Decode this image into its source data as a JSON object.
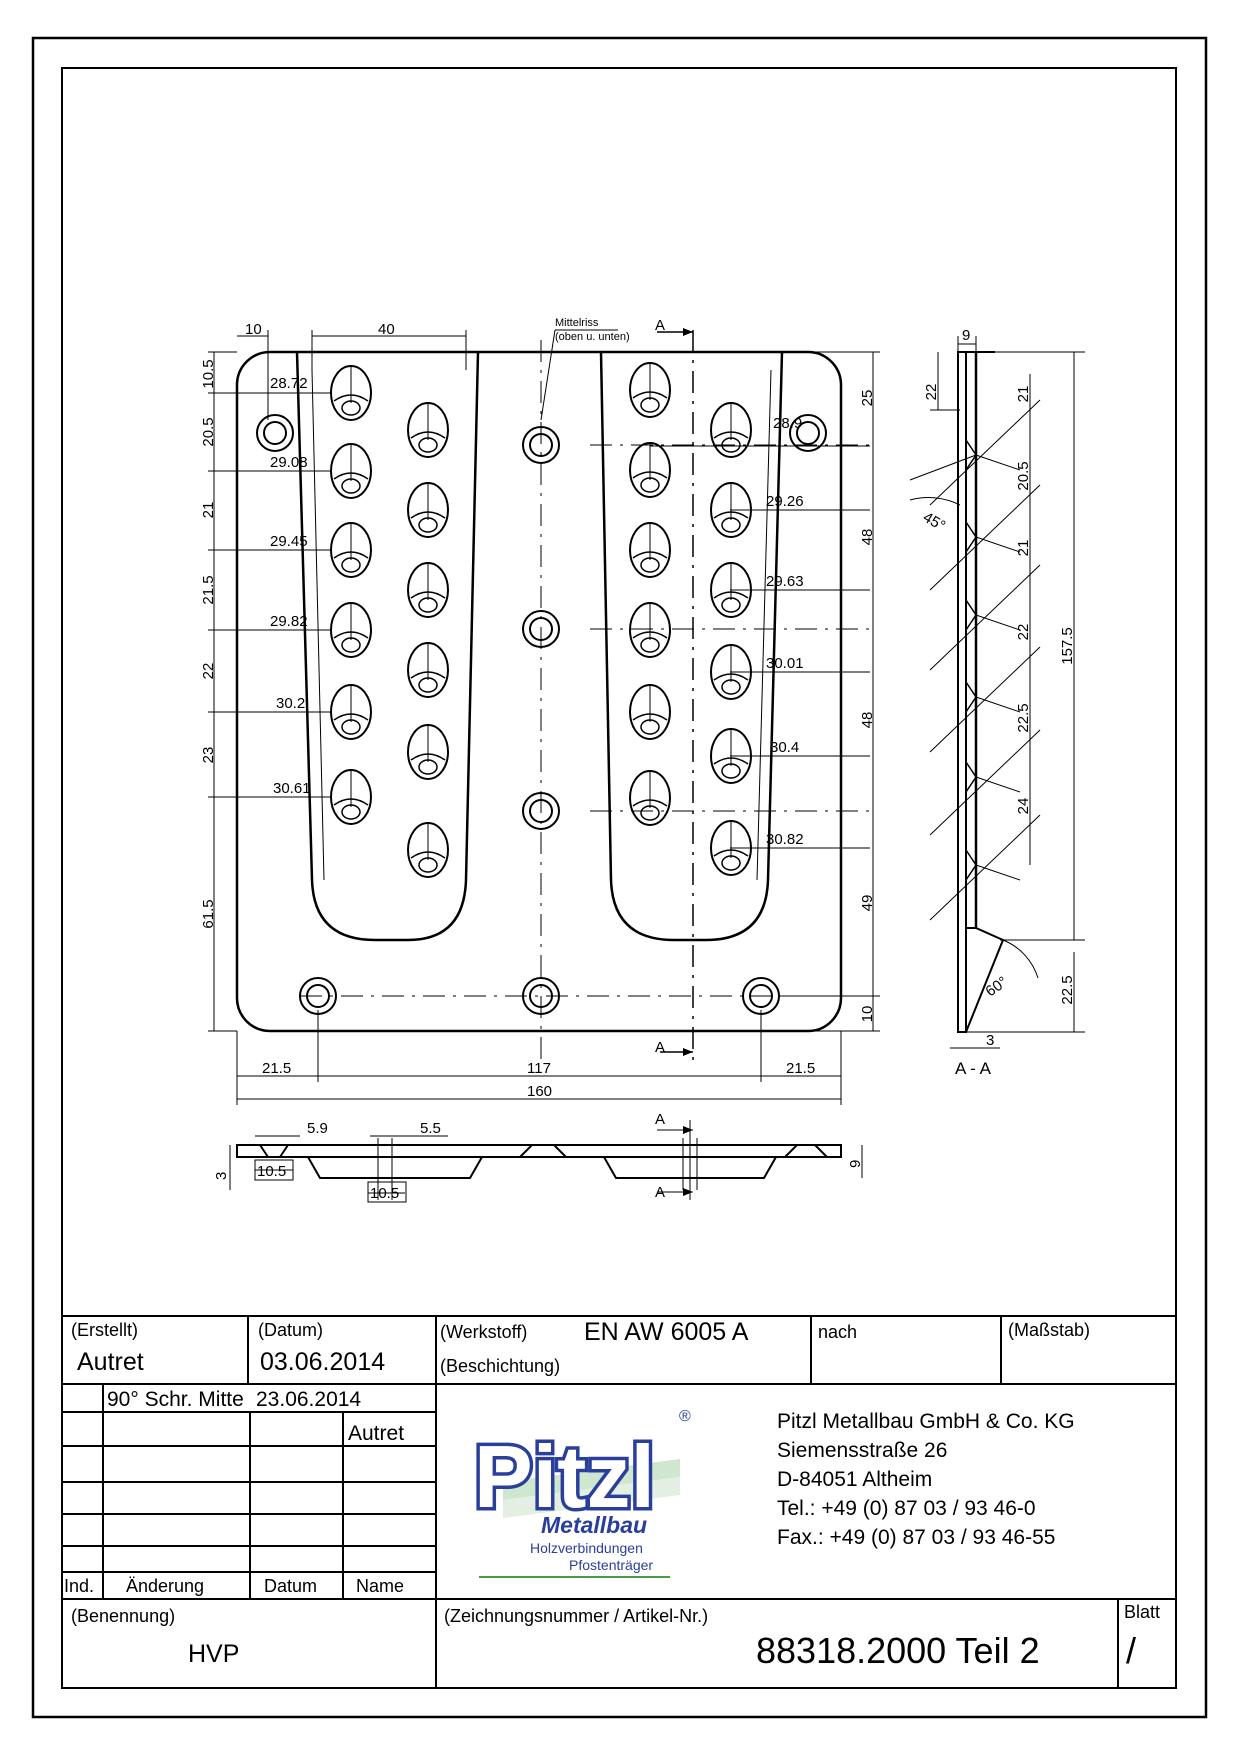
{
  "drawing": {
    "front_view": {
      "dims_top": [
        "10",
        "40"
      ],
      "mittelriss_label": "Mittelriss",
      "mittelriss_note": "(oben u. unten)",
      "section_marker": "A",
      "dims_left_spacing": [
        "10.5",
        "20.5",
        "21",
        "21.5",
        "22",
        "23",
        "61.5"
      ],
      "dims_left_offsets": [
        "28.72",
        "29.08",
        "29.45",
        "29.82",
        "30.2",
        "30.61"
      ],
      "dims_right_offsets": [
        "28.9",
        "29.26",
        "29.63",
        "30.01",
        "30.4",
        "30.82"
      ],
      "dims_right_spacing": [
        "25",
        "48",
        "48",
        "49",
        "10"
      ],
      "dims_bottom": [
        "21.5",
        "117",
        "21.5",
        "160"
      ]
    },
    "section_view": {
      "dim_top": "9",
      "dim_22": "22",
      "dims_right": [
        "21",
        "20.5",
        "21",
        "22",
        "22.5",
        "24"
      ],
      "dim_total": "157.5",
      "dim_bottom": "22.5",
      "angle_top": "45°",
      "angle_bottom": "60°",
      "dim_thickness": "3",
      "title": "A - A"
    },
    "bottom_view": {
      "dims": [
        "5.9",
        "5.5",
        "10.5",
        "10.5",
        "3",
        "9"
      ],
      "section_marker": "A"
    }
  },
  "title_block": {
    "erstellt_label": "(Erstellt)",
    "erstellt_value": "Autret",
    "datum_label": "(Datum)",
    "datum_value": "03.06.2014",
    "werkstoff_label": "(Werkstoff)",
    "werkstoff_value": "EN AW 6005 A",
    "beschichtung_label": "(Beschichtung)",
    "nach_label": "nach",
    "massstab_label": "(Maßstab)",
    "rev_change": "90° Schr. Mitte",
    "rev_date": "23.06.2014",
    "rev_name": "Autret",
    "col_ind": "Ind.",
    "col_aenderung": "Änderung",
    "col_datum": "Datum",
    "col_name": "Name",
    "benennung_label": "(Benennung)",
    "benennung_value": "HVP",
    "zeichnungsnummer_label": "(Zeichnungsnummer / Artikel-Nr.)",
    "zeichnungsnummer_value": "88318.2000 Teil 2",
    "blatt_label": "Blatt",
    "blatt_value": "/"
  },
  "logo": {
    "name": "Pitzl",
    "registered": "®",
    "subtitle": "Metallbau",
    "line1": "Holzverbindungen",
    "line2": "Pfostenträger",
    "color_blue": "#2a3f9c",
    "color_green": "#4a9a4a"
  },
  "company": {
    "name": "Pitzl Metallbau GmbH & Co. KG",
    "street": "Siemensstraße 26",
    "city": "D-84051 Altheim",
    "tel": "Tel.:  +49 (0) 87 03 / 93 46-0",
    "fax": "Fax.: +49 (0) 87 03 / 93 46-55"
  }
}
